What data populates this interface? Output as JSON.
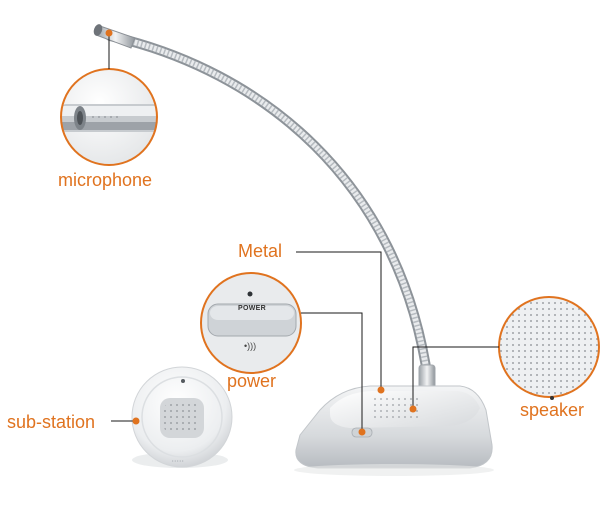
{
  "labels": {
    "microphone": "microphone",
    "metal": "Metal",
    "power": "power",
    "speaker": "speaker",
    "sub_station": "sub-station"
  },
  "power_panel": {
    "button_text": "POWER",
    "signal_glyph": "•)))"
  },
  "colors": {
    "accent": "#e0731f",
    "leader_line": "#1a1a1a",
    "device_silver": "#d9dcdf",
    "background": "#ffffff"
  },
  "icons": {
    "mic_marker": "dot-marker-icon",
    "metal_marker": "dot-marker-icon",
    "power_marker": "dot-marker-icon",
    "speaker_marker": "dot-marker-icon",
    "substation_marker": "dot-marker-icon"
  }
}
